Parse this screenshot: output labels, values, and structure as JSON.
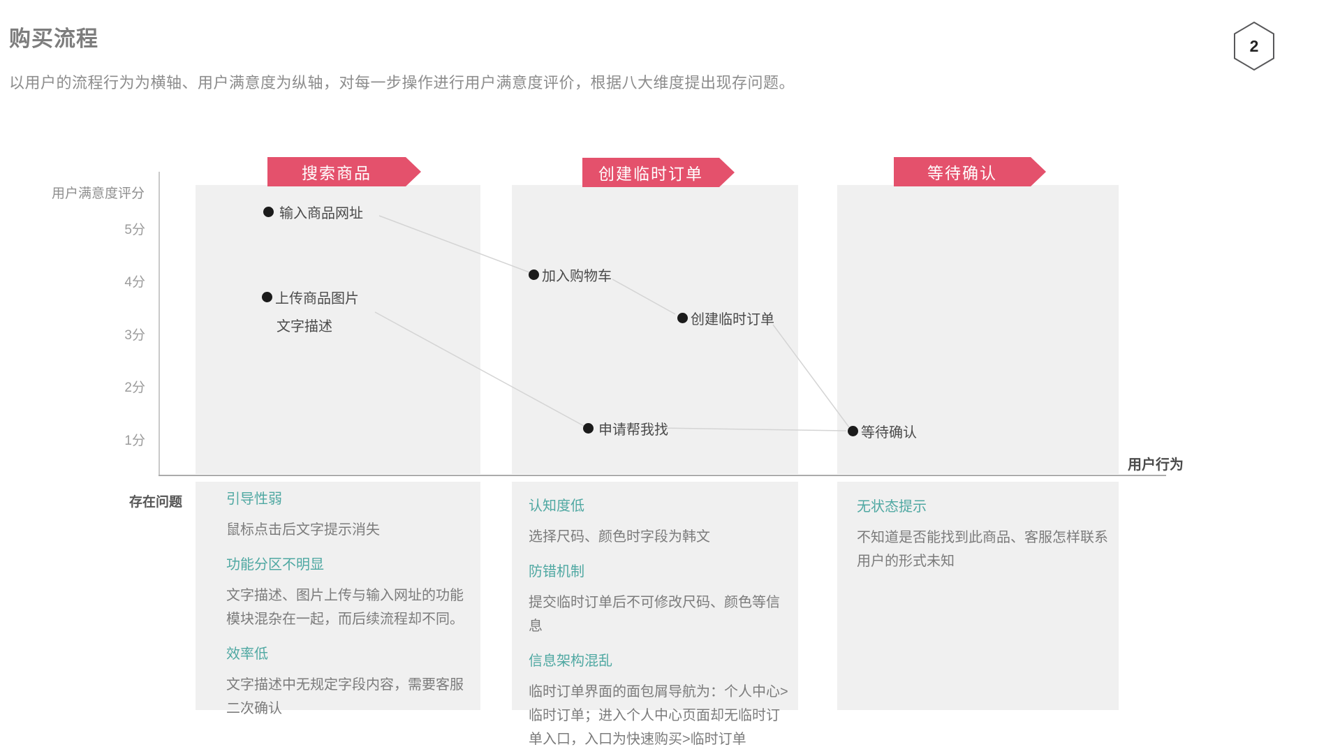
{
  "page": {
    "title": "购买流程",
    "subtitle": "以用户的流程行为为横轴、用户满意度为纵轴，对每一步操作进行用户满意度评价，根据八大维度提出现存问题。",
    "page_number": "2"
  },
  "axes": {
    "y_label": "用户满意度评分",
    "x_label": "用户行为",
    "problems_label": "存在问题",
    "y_ticks": [
      "5分",
      "4分",
      "3分",
      "2分",
      "1分"
    ]
  },
  "chart_data": {
    "type": "scatter",
    "title": "购买流程",
    "xlabel": "用户行为",
    "ylabel": "用户满意度评分",
    "y_tick_labels": [
      "5分",
      "4分",
      "3分",
      "2分",
      "1分"
    ],
    "ylim": [
      0,
      6
    ],
    "grid": false,
    "phases": [
      "搜索商品",
      "创建临时订单",
      "等待确认"
    ],
    "points": [
      {
        "label": "输入商品网址",
        "phase": "搜索商品",
        "score": 5.4
      },
      {
        "label": "上传商品图片",
        "sublabel": "文字描述",
        "phase": "搜索商品",
        "score": 3.8
      },
      {
        "label": "加入购物车",
        "phase": "创建临时订单",
        "score": 4.2
      },
      {
        "label": "创建临时订单",
        "phase": "创建临时订单",
        "score": 3.4
      },
      {
        "label": "申请帮我找",
        "phase": "创建临时订单",
        "score": 1.3
      },
      {
        "label": "等待确认",
        "phase": "等待确认",
        "score": 1.2
      }
    ]
  },
  "problems": {
    "columns": [
      {
        "items": [
          {
            "heading": "引导性弱",
            "body": "鼠标点击后文字提示消失"
          },
          {
            "heading": "功能分区不明显",
            "body": "文字描述、图片上传与输入网址的功能模块混杂在一起，而后续流程却不同。"
          },
          {
            "heading": "效率低",
            "body": "文字描述中无规定字段内容，需要客服二次确认"
          }
        ]
      },
      {
        "items": [
          {
            "heading": "认知度低",
            "body": "选择尺码、颜色时字段为韩文"
          },
          {
            "heading": "防错机制",
            "body": "提交临时订单后不可修改尺码、颜色等信息"
          },
          {
            "heading": "信息架构混乱",
            "body": "临时订单界面的面包屑导航为：个人中心>临时订单；进入个人中心页面却无临时订单入口，入口为快速购买>临时订单"
          }
        ]
      },
      {
        "items": [
          {
            "heading": "无状态提示",
            "body": "不知道是否能找到此商品、客服怎样联系用户的形式未知"
          }
        ]
      }
    ]
  },
  "colors": {
    "accent_red": "#e4516c",
    "accent_teal": "#4fa8a2",
    "panel_gray": "#f0f0f0",
    "text_dark": "#4a4a4a",
    "text_gray": "#8c8c8c"
  }
}
